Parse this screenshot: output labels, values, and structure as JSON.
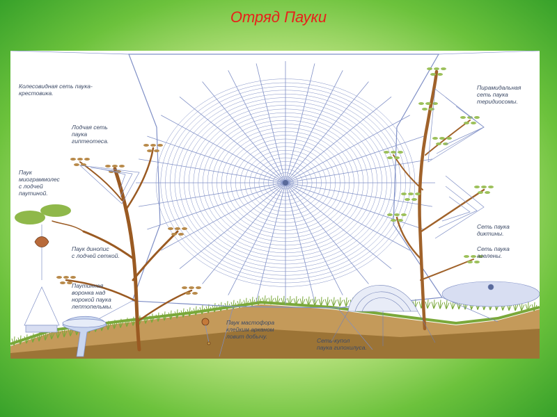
{
  "title": "Отряд Пауки",
  "labels": {
    "orb_web": "Колесовидная сеть паука-\nкрестовика.",
    "boat_web": "Лодчая сеть\nпаука\nгиптеотеса.",
    "miagrammopes": "Паук\nмиограммолес\nс лодчей\nпаутиной.",
    "dinopis": "Паук динопис\nс лодчей сеткой.",
    "funnel": "Паутинная\nворонка над\nнорокой паука\nлептопельмы.",
    "mastophora": "Паук мастофора\nклейким арканом\nловит добычу.",
    "dome": "Сеть-купол\nпаука гипохилуса.",
    "pyramid": "Пирамидальная\nсеть паука\nтеридиосомы.",
    "diktyna": "Сеть паука\nдиктины.",
    "agelena": "Сеть паука\nагелены."
  },
  "colors": {
    "title": "#e8201a",
    "web": "#7f8fc6",
    "ground": "#b08a4a",
    "grass": "#7aa83a",
    "trunk": "#9a5a22"
  }
}
